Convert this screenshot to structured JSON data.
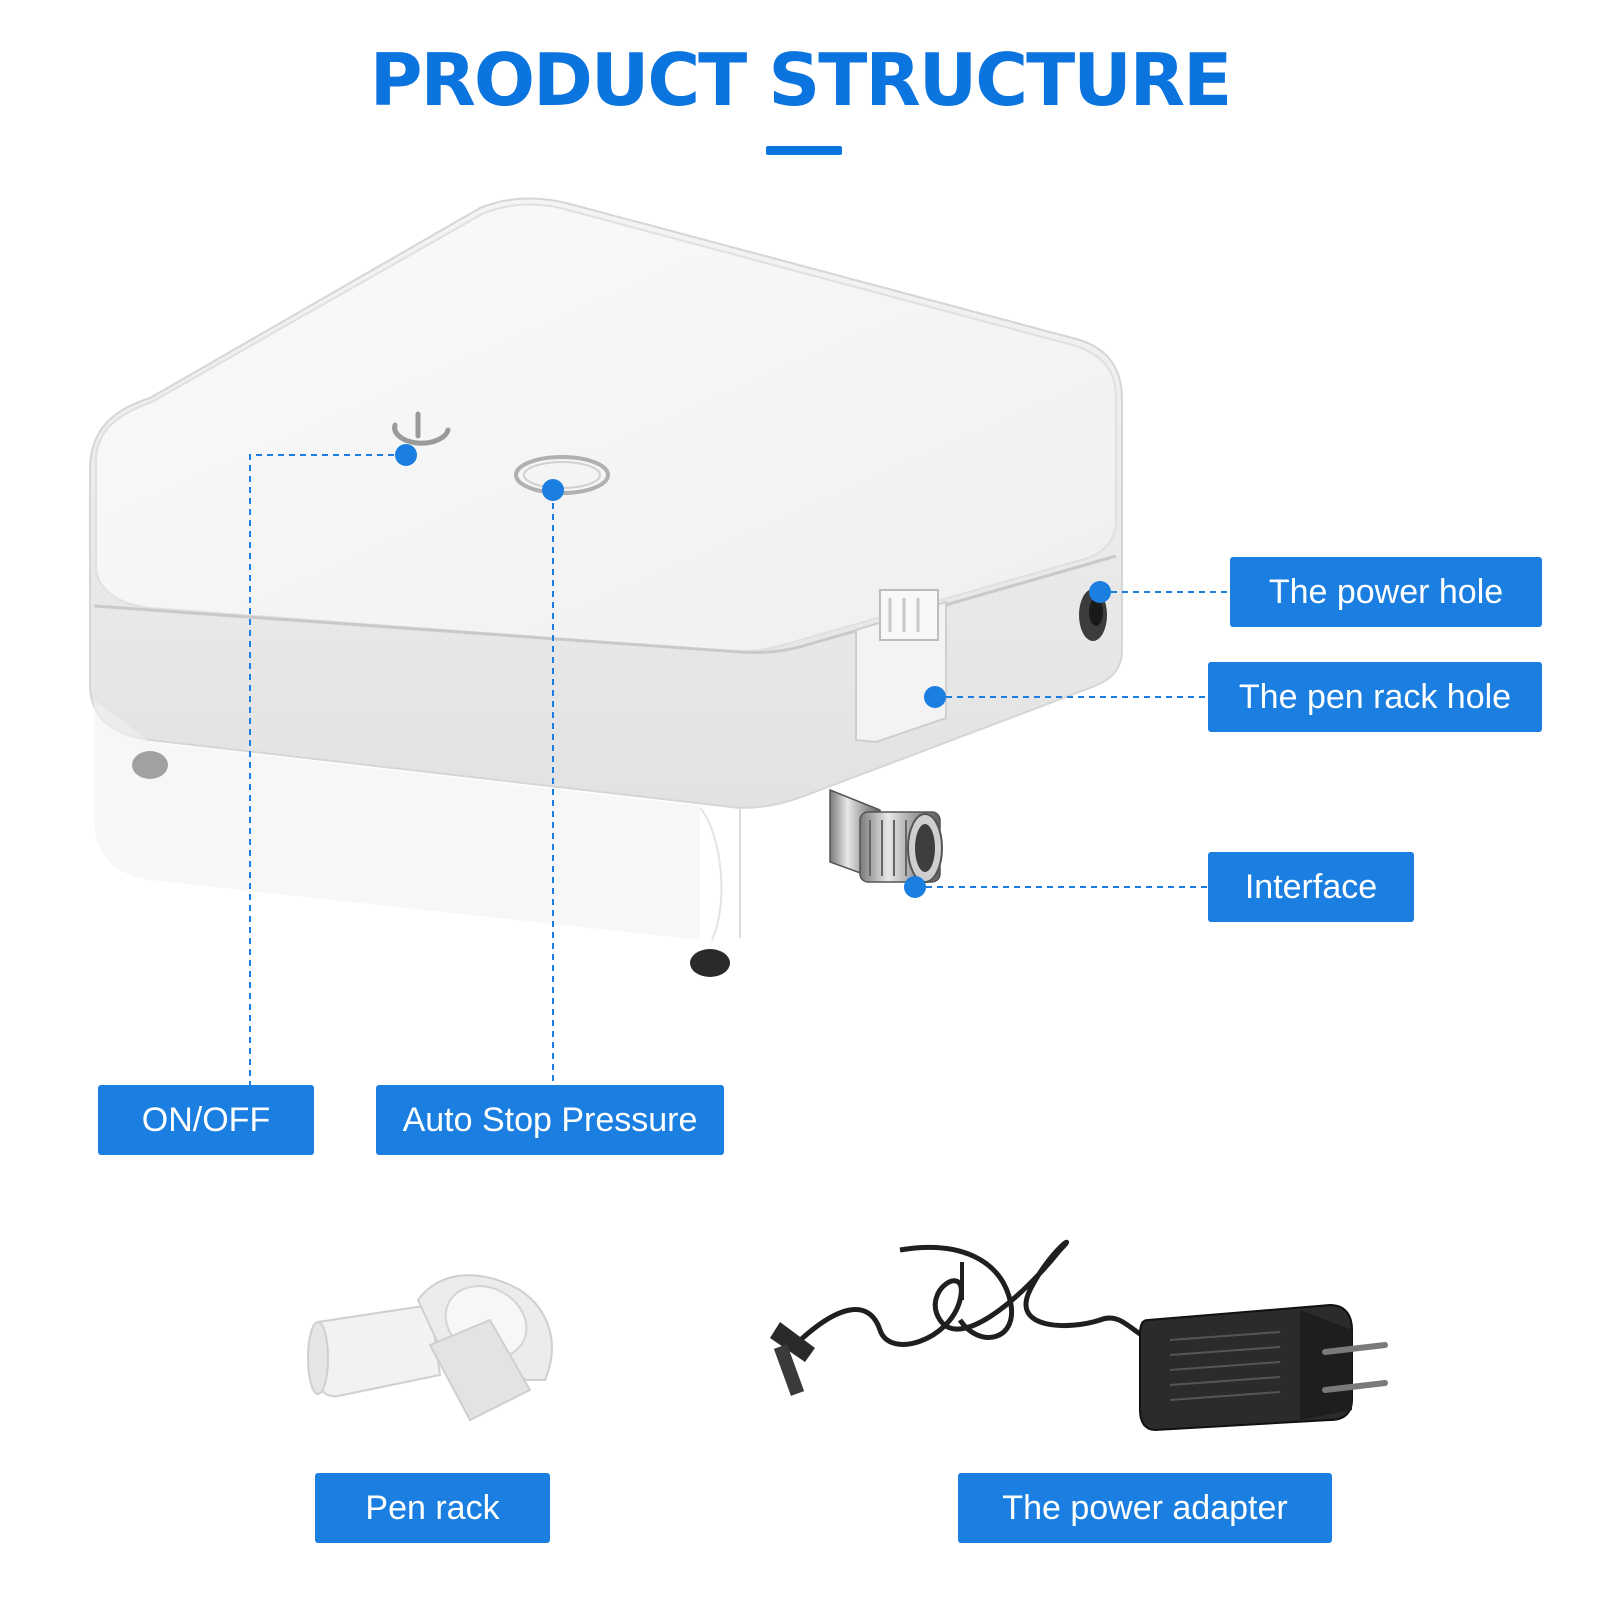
{
  "title": {
    "word1": "PRODUCT",
    "word2": "STRUCTURE"
  },
  "colors": {
    "accent": "#0b74de",
    "label_bg": "#1a7fe0",
    "dot": "#1a7fe0"
  },
  "callouts": {
    "power_hole": "The power hole",
    "pen_rack_hole": "The pen rack hole",
    "interface": "Interface",
    "on_off": "ON/OFF",
    "auto_stop": "Auto Stop Pressure"
  },
  "accessories": {
    "pen_rack": "Pen rack",
    "power_adapter": "The power adapter"
  },
  "icons": [
    "power-icon",
    "ring-button-icon"
  ]
}
